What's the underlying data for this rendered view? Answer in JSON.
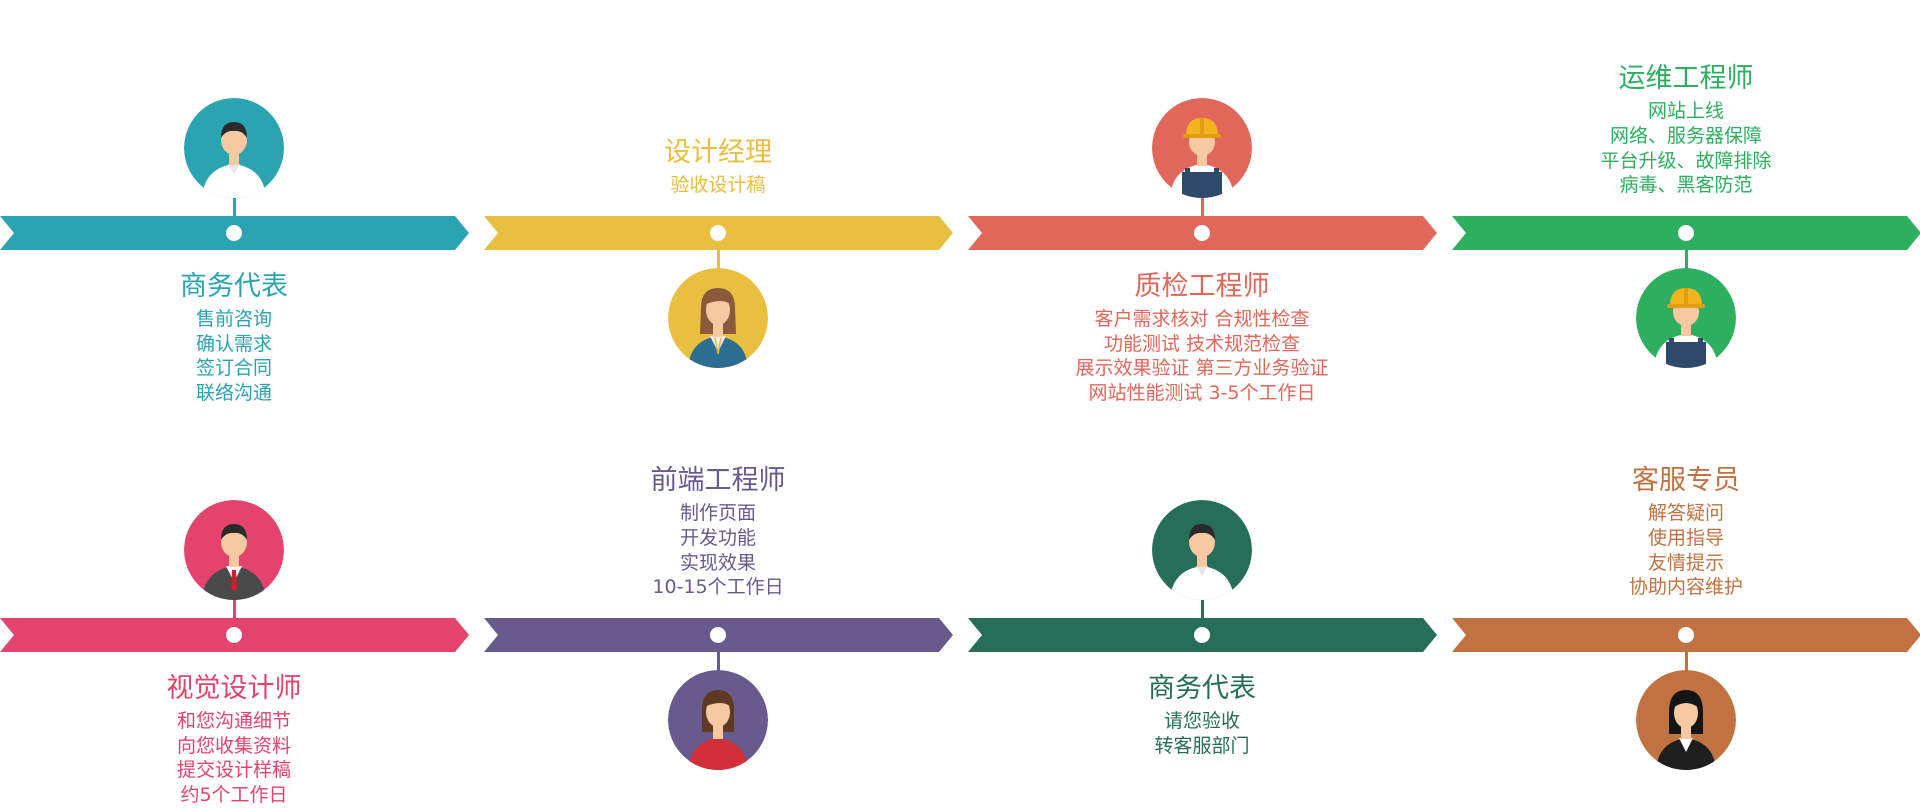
{
  "steps": [
    {
      "role": "商务代表",
      "lines": [
        "售前咨询",
        "确认需求",
        "签订合同",
        "联络沟通"
      ],
      "color": "#2AA4B0",
      "avatar": "businessman-avatar-icon",
      "avatar_side": "above",
      "text_side": "below"
    },
    {
      "role": "设计经理",
      "lines": [
        "验收设计稿"
      ],
      "color": "#E8BF3F",
      "avatar": "businesswoman-avatar-icon",
      "avatar_side": "below",
      "text_side": "above"
    },
    {
      "role": "质检工程师",
      "lines": [
        "客户需求核对  合规性检查",
        "功能测试  技术规范检查",
        "展示效果验证  第三方业务验证",
        "网站性能测试   3-5个工作日"
      ],
      "color": "#E0675A",
      "avatar": "hardhat-worker-avatar-icon",
      "avatar_side": "above",
      "text_side": "below"
    },
    {
      "role": "运维工程师",
      "lines": [
        "网站上线",
        "网络、服务器保障",
        "平台升级、故障排除",
        "病毒、黑客防范"
      ],
      "color": "#2DAF5F",
      "avatar": "hardhat-worker-avatar-icon",
      "avatar_side": "below",
      "text_side": "above"
    },
    {
      "role": "视觉设计师",
      "lines": [
        "和您沟通细节",
        "向您收集资料",
        "提交设计样稿",
        "约5个工作日"
      ],
      "color": "#E4436E",
      "avatar": "suit-tie-man-avatar-icon",
      "avatar_side": "above",
      "text_side": "below"
    },
    {
      "role": "前端工程师",
      "lines": [
        "制作页面",
        "开发功能",
        "实现效果",
        "10-15个工作日"
      ],
      "color": "#685A8C",
      "avatar": "woman-red-top-avatar-icon",
      "avatar_side": "below",
      "text_side": "above"
    },
    {
      "role": "商务代表",
      "lines": [
        "请您验收",
        "转客服部门"
      ],
      "color": "#276E59",
      "avatar": "businessman-avatar-icon",
      "avatar_side": "above",
      "text_side": "below"
    },
    {
      "role": "客服专员",
      "lines": [
        "解答疑问",
        "使用指导",
        "友情提示",
        "协助内容维护"
      ],
      "color": "#C17240",
      "avatar": "woman-black-suit-avatar-icon",
      "avatar_side": "below",
      "text_side": "above"
    }
  ]
}
